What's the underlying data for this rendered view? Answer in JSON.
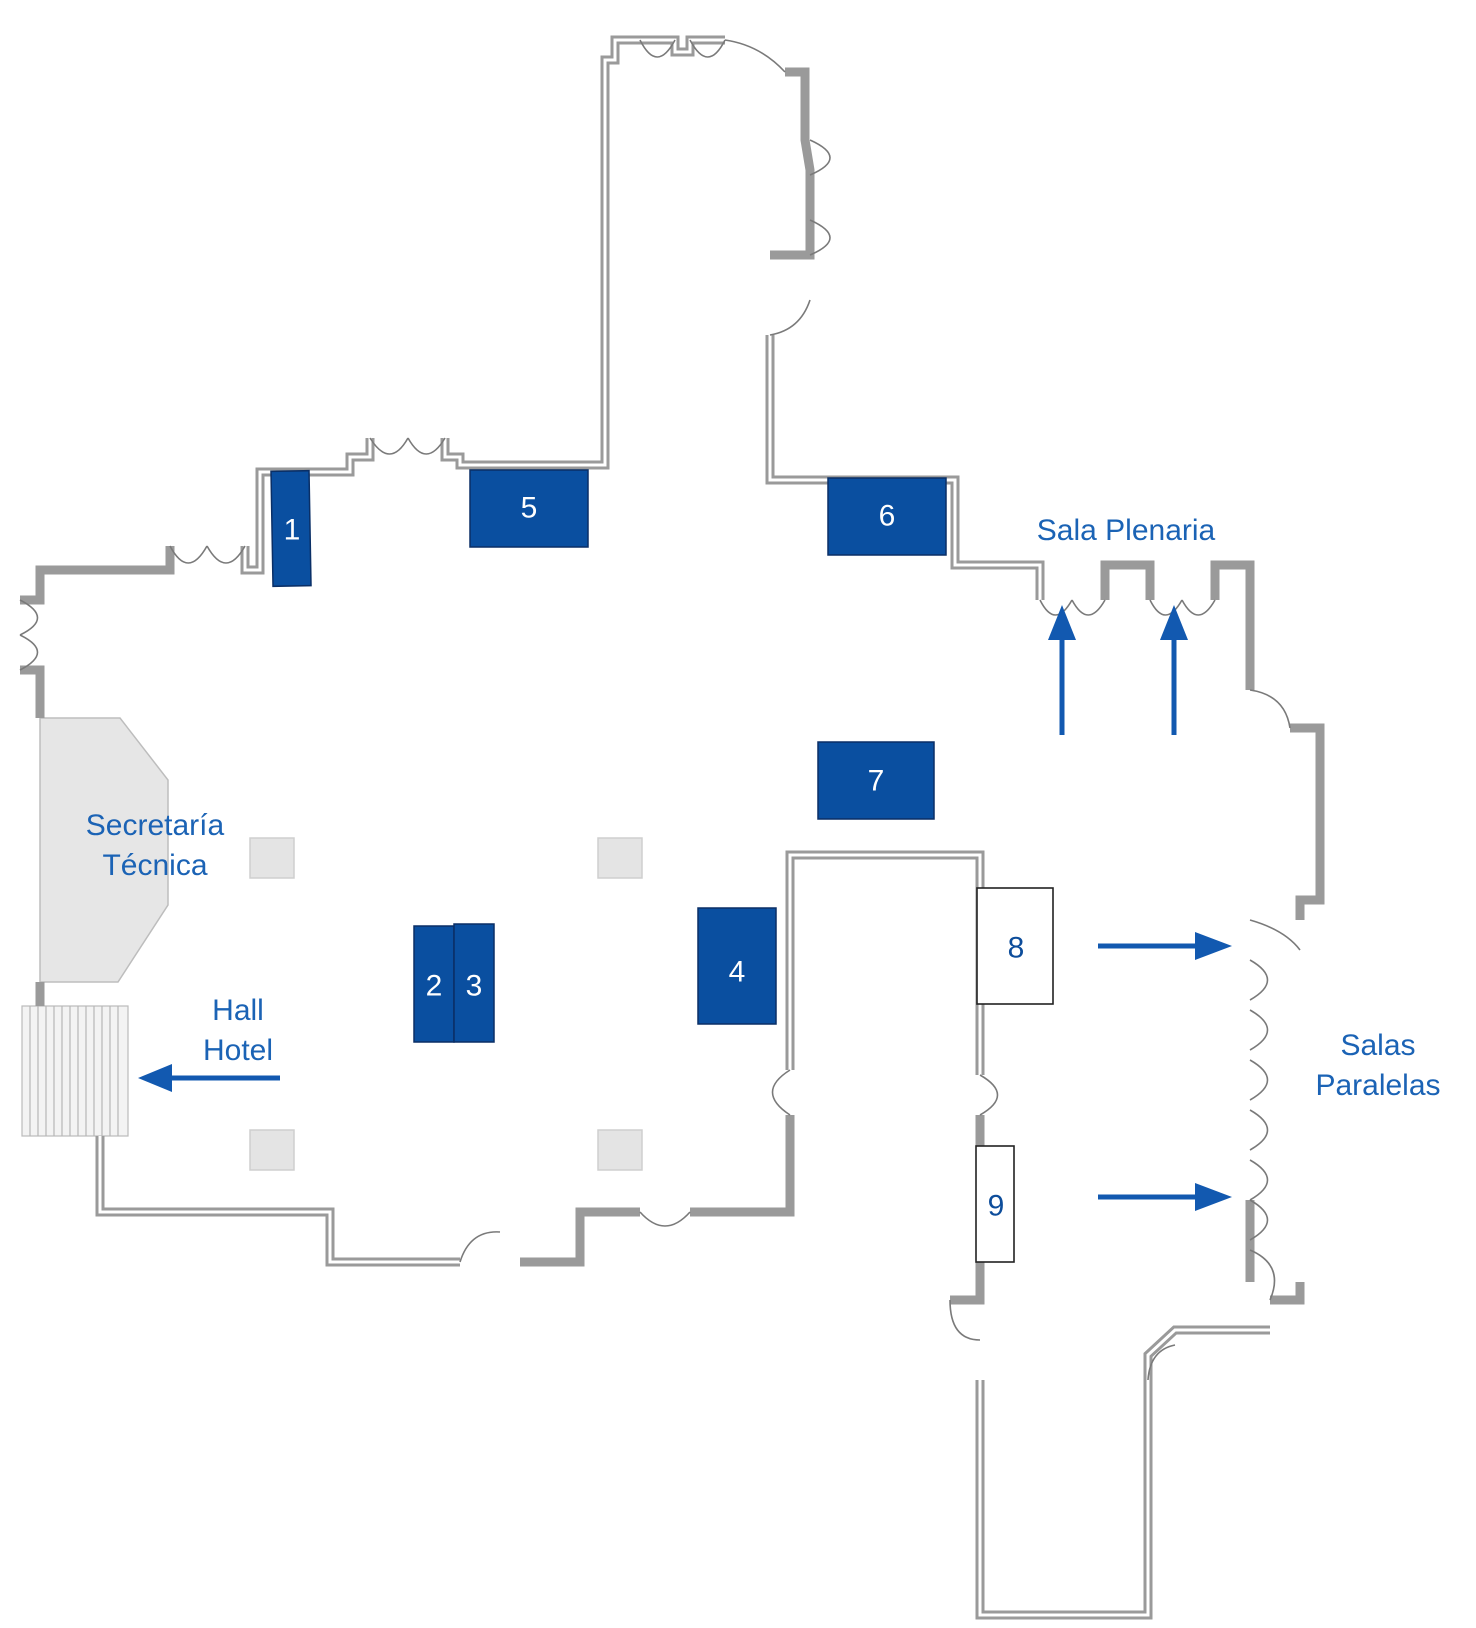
{
  "colors": {
    "booth_blue": "#0a4fa0",
    "label_blue": "#1b63b5",
    "arrow_blue": "#1259b0",
    "wall_gray": "#9a9a9a"
  },
  "labels": {
    "sala_plenaria": "Sala Plenaria",
    "secretaria_line1": "Secretaría",
    "secretaria_line2": "Técnica",
    "hall_line1": "Hall",
    "hall_line2": "Hotel",
    "salas_line1": "Salas",
    "salas_line2": "Paralelas"
  },
  "booths": {
    "b1": "1",
    "b2": "2",
    "b3": "3",
    "b4": "4",
    "b5": "5",
    "b6": "6",
    "b7": "7",
    "b8": "8",
    "b9": "9"
  }
}
